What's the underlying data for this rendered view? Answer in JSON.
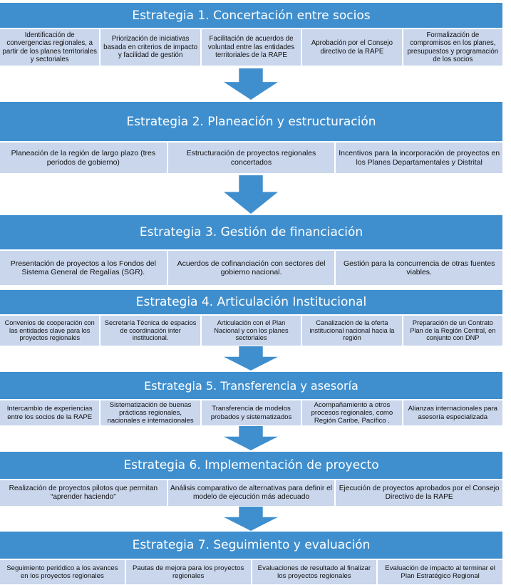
{
  "arrow_color": "#3f8fcf",
  "band_color": "#3f8fcf",
  "cell_color": "#c9d6ec",
  "strategies": [
    {
      "title": "Estrategia 1. Concertación entre socios",
      "items": [
        "Identificación de convergencias regionales, a partir de los planes territoriales y sectoriales",
        "Priorización de iniciativas basada en criterios de impacto y facilidad de gestión",
        "Facilitación de acuerdos de voluntad entre las entidades territoriales de la RAPE",
        "Aprobación por el Consejo directivo de la RAPE",
        "Formalización de compromisos en los planes, presupuestos y programación de los socios"
      ]
    },
    {
      "title": "Estrategia 2. Planeación y estructuración",
      "items": [
        "Planeación de la región de largo plazo (tres periodos de gobierno)",
        "Estructuración de proyectos regionales concertados",
        "Incentivos para la incorporación de proyectos en los Planes Departamentales y Distrital"
      ]
    },
    {
      "title": "Estrategia 3. Gestión de financiación",
      "items": [
        "Presentación de proyectos a los Fondos del Sistema General de Regalías (SGR).",
        "Acuerdos de cofinanciación con sectores del gobierno nacional.",
        "Gestión para la concurrencia de otras fuentes viables."
      ]
    },
    {
      "title": "Estrategia 4. Articulación Institucional",
      "items": [
        "Convenios de cooperación con las entidades clave para los proyectos regionales",
        "Secretaría Técnica de espacios de coordinación inter institucional.",
        "Articulación con el Plan Nacional y con los planes sectoriales",
        "Canalización de la oferta institucional nacional hacia la región",
        "Preparación de un Contrato Plan de la Región Central, en conjunto con DNP"
      ]
    },
    {
      "title": "Estrategia 5. Transferencia y asesoría",
      "items": [
        "Intercambio de experiencias entre los socios de la RAPE",
        "Sistematización de buenas prácticas regionales, nacionales e internacionales",
        "Transferencia de modelos probados y sistematizados",
        "Acompañamiento a otros procesos regionales, como Región Caribe, Pacífico .",
        "Alianzas internacionales para asesoría especializada"
      ]
    },
    {
      "title": "Estrategia 6. Implementación de proyecto",
      "items": [
        "Realización de proyectos pilotos que permitan “aprender haciendo”",
        "Análisis comparativo de alternativas para definir el modelo de ejecución más adecuado",
        "Ejecución de proyectos aprobados por el Consejo Directivo de la RAPE"
      ]
    },
    {
      "title": "Estrategia 7. Seguimiento y evaluación",
      "items": [
        "Seguimiento periódico a los avances en los proyectos regionales",
        "Pautas de mejora para los proyectos regionales",
        "Evaluaciones de resultado al finalizar los proyectos regionales",
        "Evaluación de impacto al terminar el Plan Estratégico Regional"
      ]
    }
  ]
}
